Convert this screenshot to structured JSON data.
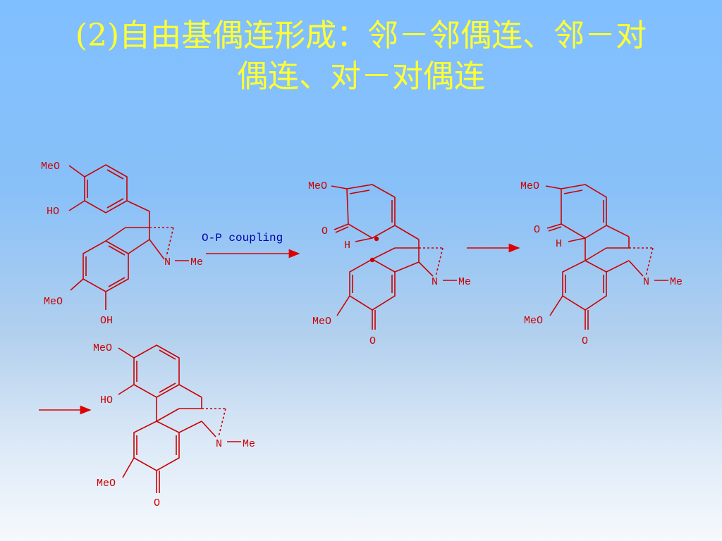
{
  "title": {
    "line1": "(2)自由基偶连形成：邻－邻偶连、邻－对",
    "line2": "偶连、对－对偶连"
  },
  "labels": {
    "meo": "MeO",
    "ho": "HO",
    "oh": "OH",
    "n": "N",
    "me": "Me",
    "o": "O",
    "h": "H"
  },
  "arrow1_label": "O-P coupling",
  "colors": {
    "structure": "#cc0000",
    "arrow": "#dd0000",
    "arrow_label": "#0000aa",
    "title": "#ffff33"
  }
}
